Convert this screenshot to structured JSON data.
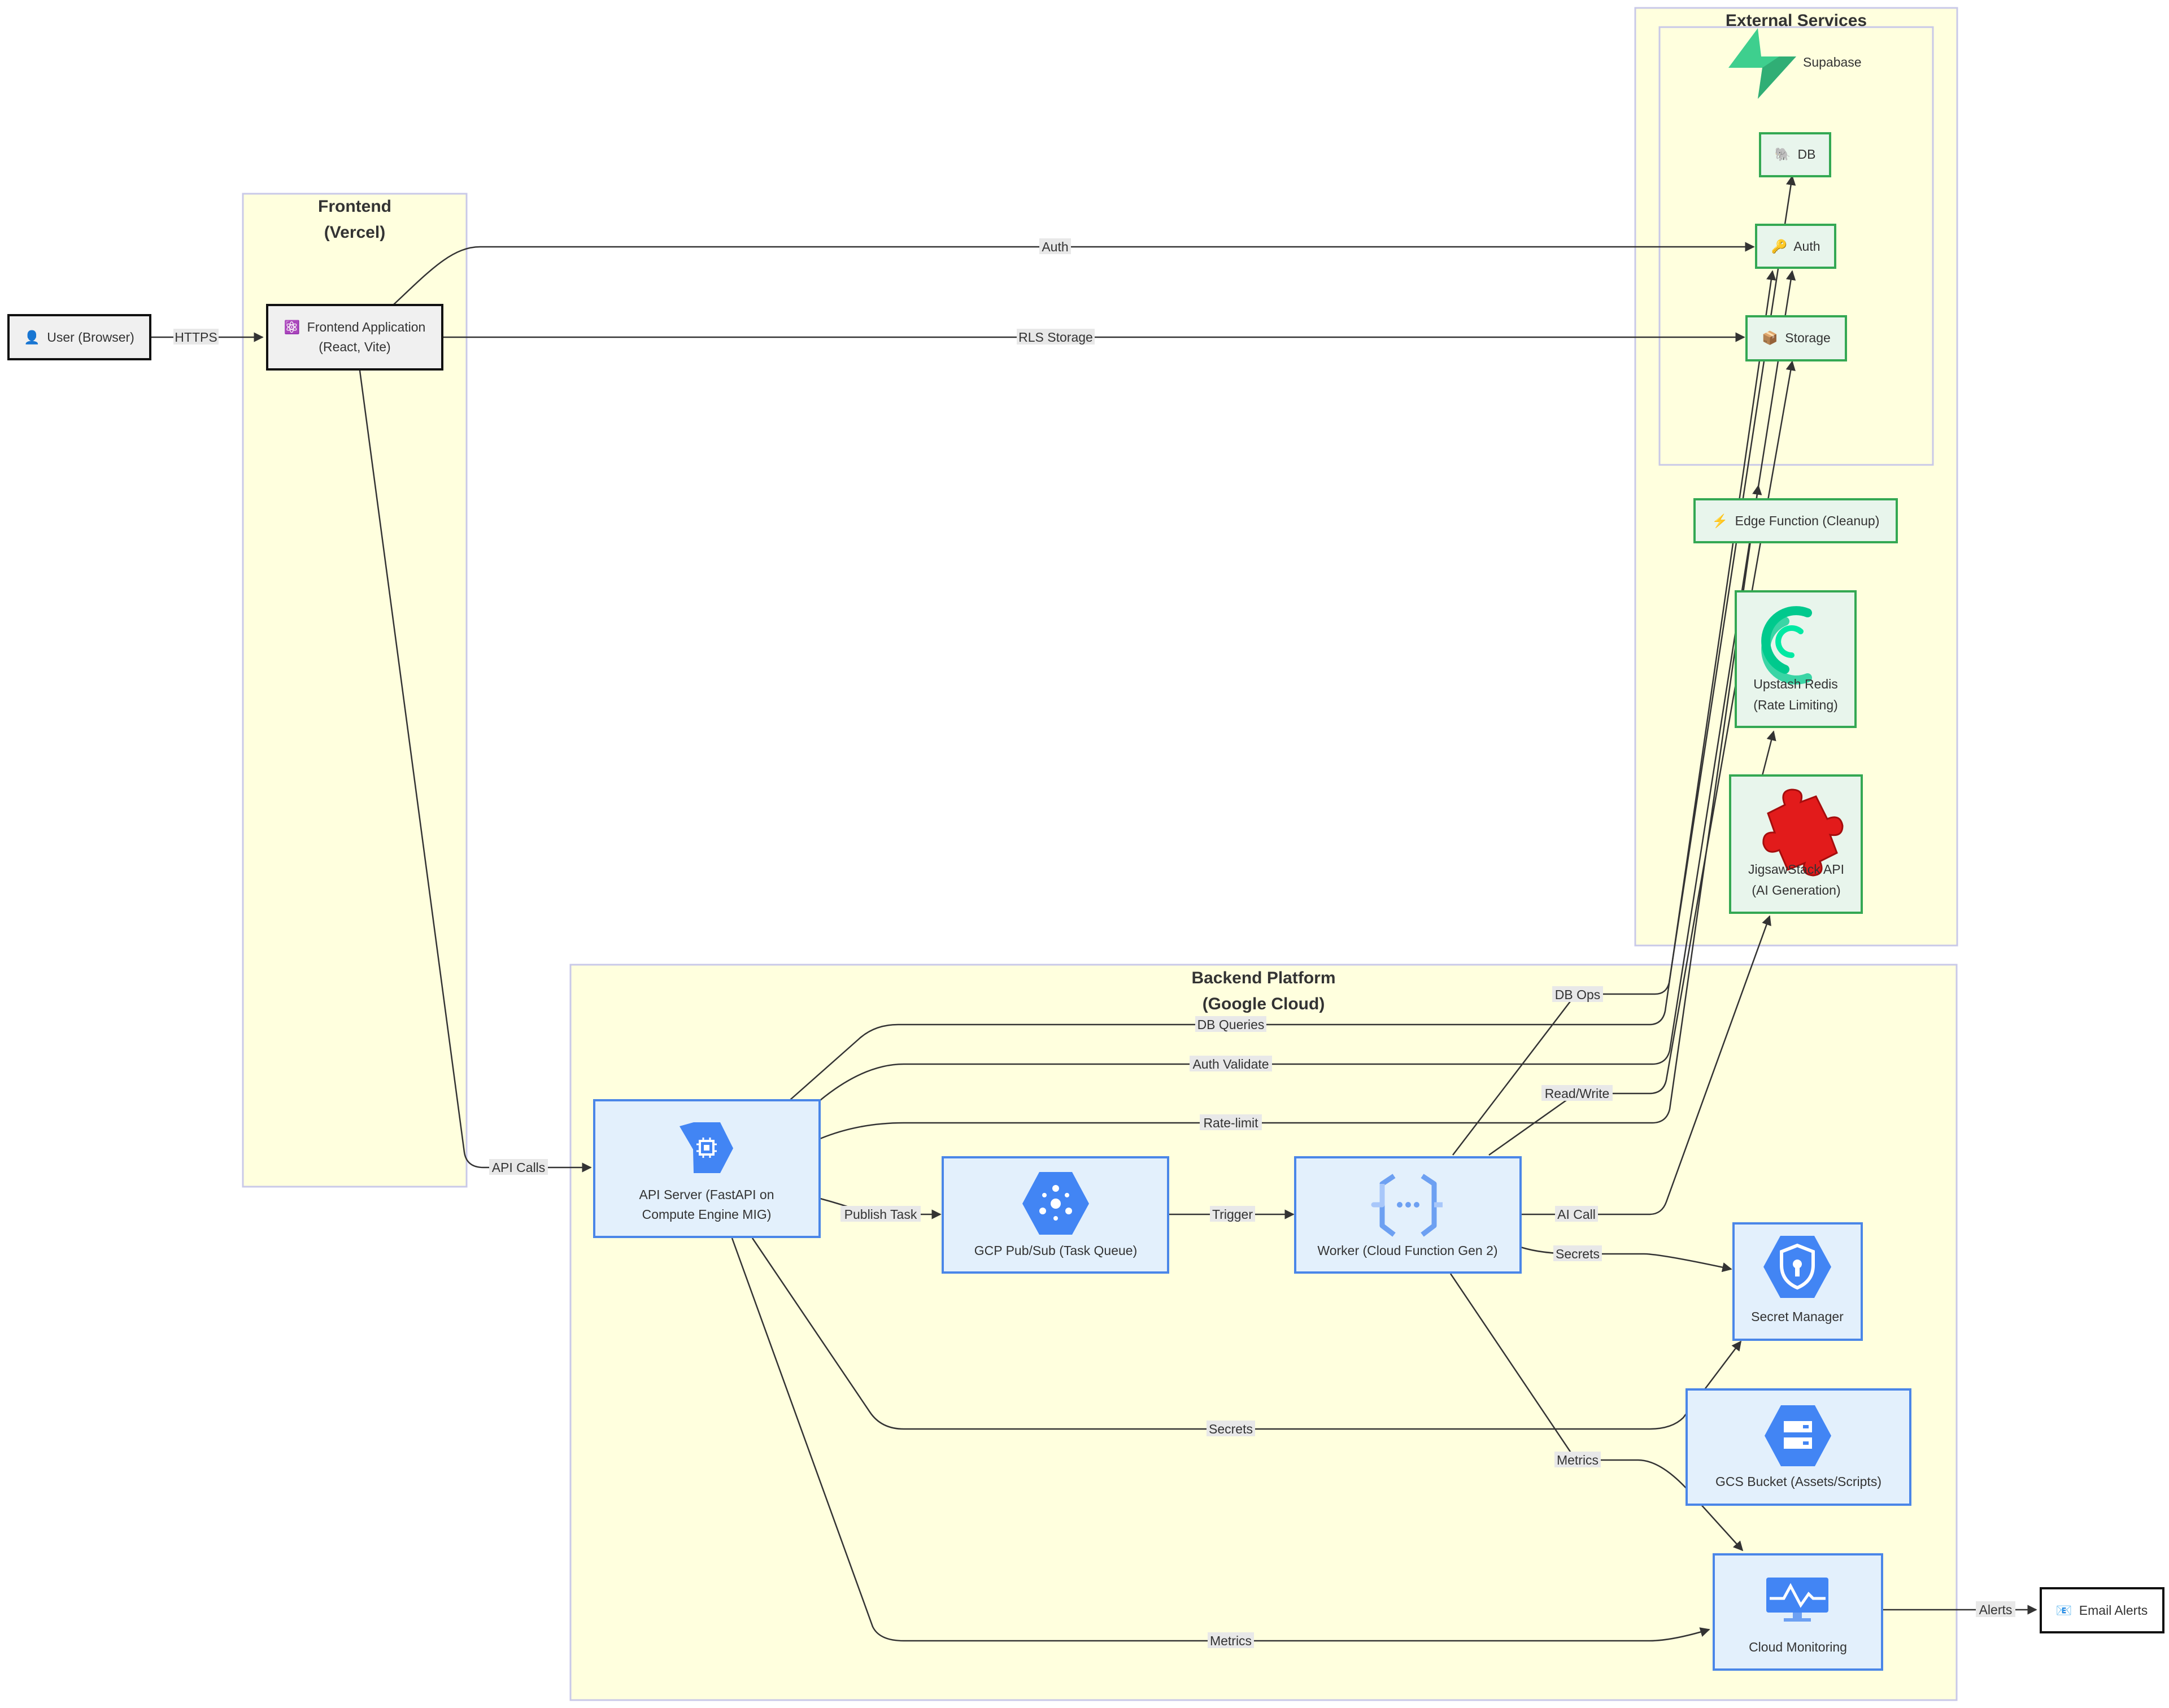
{
  "clusters": {
    "frontend": {
      "title_line1": "Frontend",
      "title_line2": "(Vercel)"
    },
    "backend": {
      "title_line1": "Backend Platform",
      "title_line2": "(Google Cloud)"
    },
    "external": {
      "title": "External Services"
    }
  },
  "nodes": {
    "user": {
      "icon": "👤",
      "label": "User (Browser)"
    },
    "frontend_app": {
      "icon": "⚛️",
      "line1": "Frontend Application",
      "line2": "(React, Vite)"
    },
    "supabase": {
      "label": "Supabase"
    },
    "db": {
      "icon": "🐘",
      "label": "DB"
    },
    "auth": {
      "icon": "🔑",
      "label": "Auth"
    },
    "storage": {
      "icon": "📦",
      "label": "Storage"
    },
    "edge_function": {
      "icon": "⚡",
      "label": "Edge Function (Cleanup)"
    },
    "redis": {
      "line1": "Upstash Redis",
      "line2": "(Rate Limiting)"
    },
    "jigsaw": {
      "line1": "JigsawStack API",
      "line2": "(AI Generation)"
    },
    "api_server": {
      "line1": "API Server (FastAPI on",
      "line2": "Compute Engine MIG)"
    },
    "pubsub": {
      "label": "GCP Pub/Sub (Task Queue)"
    },
    "worker": {
      "label": "Worker (Cloud Function Gen 2)"
    },
    "secret_manager": {
      "label": "Secret Manager"
    },
    "gcs": {
      "label": "GCS Bucket (Assets/Scripts)"
    },
    "monitoring": {
      "label": "Cloud Monitoring"
    },
    "email": {
      "icon": "📧",
      "label": "Email Alerts"
    }
  },
  "edges": {
    "https": "HTTPS",
    "auth": "Auth",
    "rls_storage": "RLS Storage",
    "api_calls": "API Calls",
    "db_ops": "DB Ops",
    "db_queries": "DB Queries",
    "auth_validate": "Auth Validate",
    "read_write": "Read/Write",
    "rate_limit": "Rate-limit",
    "publish_task": "Publish Task",
    "trigger": "Trigger",
    "ai_call": "AI Call",
    "secrets_worker": "Secrets",
    "secrets_api": "Secrets",
    "metrics_worker": "Metrics",
    "metrics_api": "Metrics",
    "alerts": "Alerts"
  },
  "colors": {
    "cluster_fill": "#ffffde",
    "cluster_border": "#c9c9e8",
    "gcp_fill": "#e3f0fc",
    "gcp_border": "#4a86e8",
    "ext_fill": "#e8f5ec",
    "ext_border": "#34a853",
    "plain_fill": "#f0f0f0",
    "edge": "#333333",
    "gcp_icon": "#4285f4",
    "supabase_green": "#3ecf8e",
    "jigsaw_red": "#e21b1b"
  },
  "icons": {
    "api_server": "compute-engine-icon",
    "pubsub": "pubsub-icon",
    "worker": "cloud-functions-icon",
    "secret_manager": "secret-manager-icon",
    "gcs": "cloud-storage-icon",
    "monitoring": "cloud-monitoring-icon",
    "supabase": "supabase-logo",
    "redis": "upstash-logo",
    "jigsaw": "puzzle-piece-icon"
  }
}
